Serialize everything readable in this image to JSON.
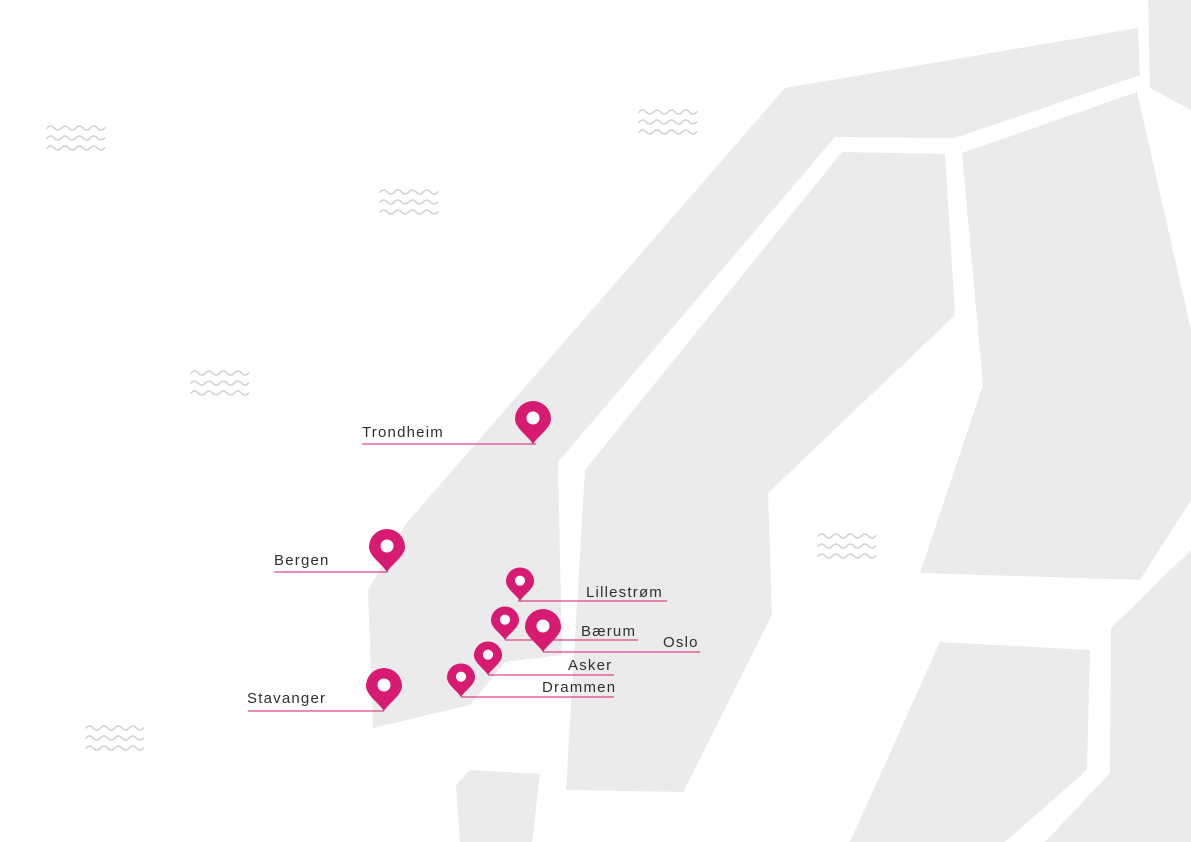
{
  "map": {
    "land_color": "#ebebeb",
    "sea_color": "#ffffff",
    "marker_color": "#d81b72",
    "sea_icon": "wave-icon",
    "marker_icon": "map-pin-icon"
  },
  "cities": [
    {
      "id": "trondheim",
      "label": "Trondheim"
    },
    {
      "id": "bergen",
      "label": "Bergen"
    },
    {
      "id": "lillestrom",
      "label": "Lillestrøm"
    },
    {
      "id": "baerum",
      "label": "Bærum"
    },
    {
      "id": "oslo",
      "label": "Oslo"
    },
    {
      "id": "asker",
      "label": "Asker"
    },
    {
      "id": "drammen",
      "label": "Drammen"
    },
    {
      "id": "stavanger",
      "label": "Stavanger"
    }
  ]
}
